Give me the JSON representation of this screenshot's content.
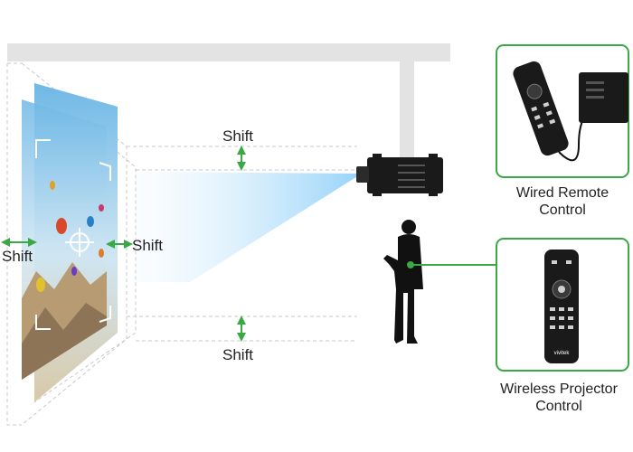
{
  "labels": {
    "shift_top": "Shift",
    "shift_bottom": "Shift",
    "shift_left": "Shift",
    "shift_right": "Shift"
  },
  "callouts": {
    "wired": {
      "line1": "Wired Remote",
      "line2": "Control"
    },
    "wireless": {
      "line1": "Wireless Projector",
      "line2": "Control"
    }
  },
  "logo_text": "vivitek",
  "colors": {
    "accent_green": "#3aa845",
    "ceiling_gray": "#e3e3e3",
    "beam_blue": "#bfe3fb",
    "device_black": "#1a1a1a"
  }
}
